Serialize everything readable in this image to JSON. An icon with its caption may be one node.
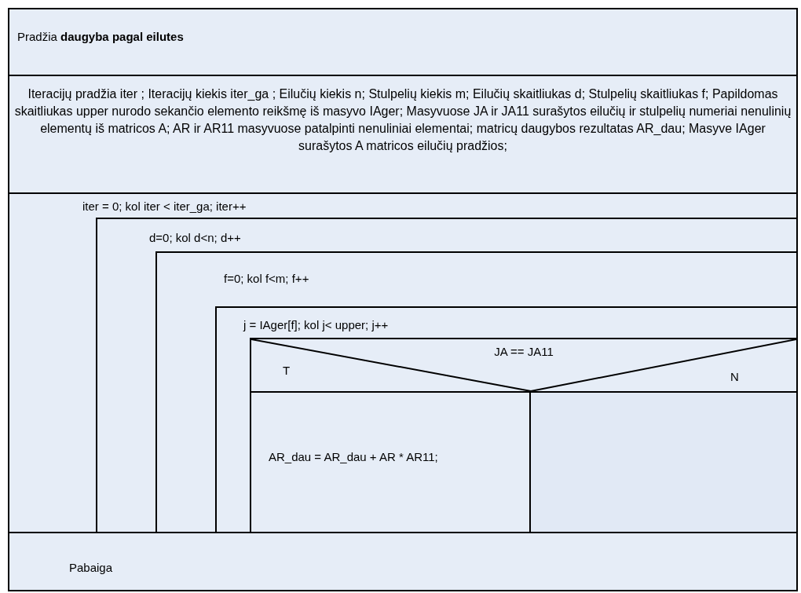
{
  "diagram": {
    "nodes": [
      {
        "text": [
          "Pradžia **daugyba pagal eilutes**"
        ]
      },
      {
        "text": [
          "Iteracijų pradžia iter ; Iteracijų kiekis iter_ga ; Eilučių kiekis n; Stulpelių kiekis m; Eilučių skaitliukas d; Stulpelių skaitliukas f; Papildomas skaitliukas  upper nurodo sekančio elemento reikšmę iš masyvo IAger; Masyvuose  JA ir JA11 surašytos eilučių ir stulpelių numeriai nenulinių elementų iš matricos A; AR ir AR11 masyvuose patalpinti nenuliniai elementai; matricų daugybos rezultatas AR_dau; Masyve IAger surašytos A matricos eilučių pradžios;"
        ]
      },
      {
        "text": [
          "iter = 0; kol iter < iter_ga; iter++"
        ]
      },
      {
        "text": [
          "d=0; kol d<n; d++"
        ],
        "in": 2
      },
      {
        "text": [
          "f=0; kol f<m; f++"
        ],
        "in": 3
      },
      {
        "text": [
          "j = IAger[f]; kol j< upper; j++"
        ],
        "in": 4
      },
      {
        "text": [
          "JA == JA11",
          "T",
          "N"
        ],
        "in": 5
      },
      {
        "text": [
          "AR_dau = AR_dau + AR * AR11;"
        ],
        "in": 5
      },
      {
        "text": [],
        "shape": "box",
        "in": 5
      },
      {
        "text": [
          "Pabaiga"
        ]
      }
    ]
  }
}
